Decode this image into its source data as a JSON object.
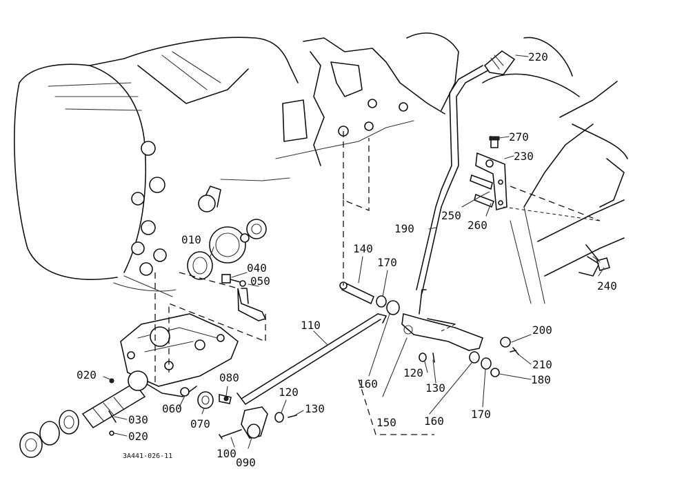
{
  "figure_code": "3A441-026-11",
  "labels": {
    "p010": "010",
    "p020a": "020",
    "p020b": "020",
    "p030": "030",
    "p040": "040",
    "p050": "050",
    "p060": "060",
    "p070": "070",
    "p080": "080",
    "p090": "090",
    "p100": "100",
    "p110": "110",
    "p120a": "120",
    "p120b": "120",
    "p130a": "130",
    "p130b": "130",
    "p140": "140",
    "p150": "150",
    "p160a": "160",
    "p160b": "160",
    "p170a": "170",
    "p170b": "170",
    "p180": "180",
    "p190": "190",
    "p200": "200",
    "p210": "210",
    "p220": "220",
    "p230": "230",
    "p240": "240",
    "p250": "250",
    "p260": "260",
    "p270": "270"
  }
}
